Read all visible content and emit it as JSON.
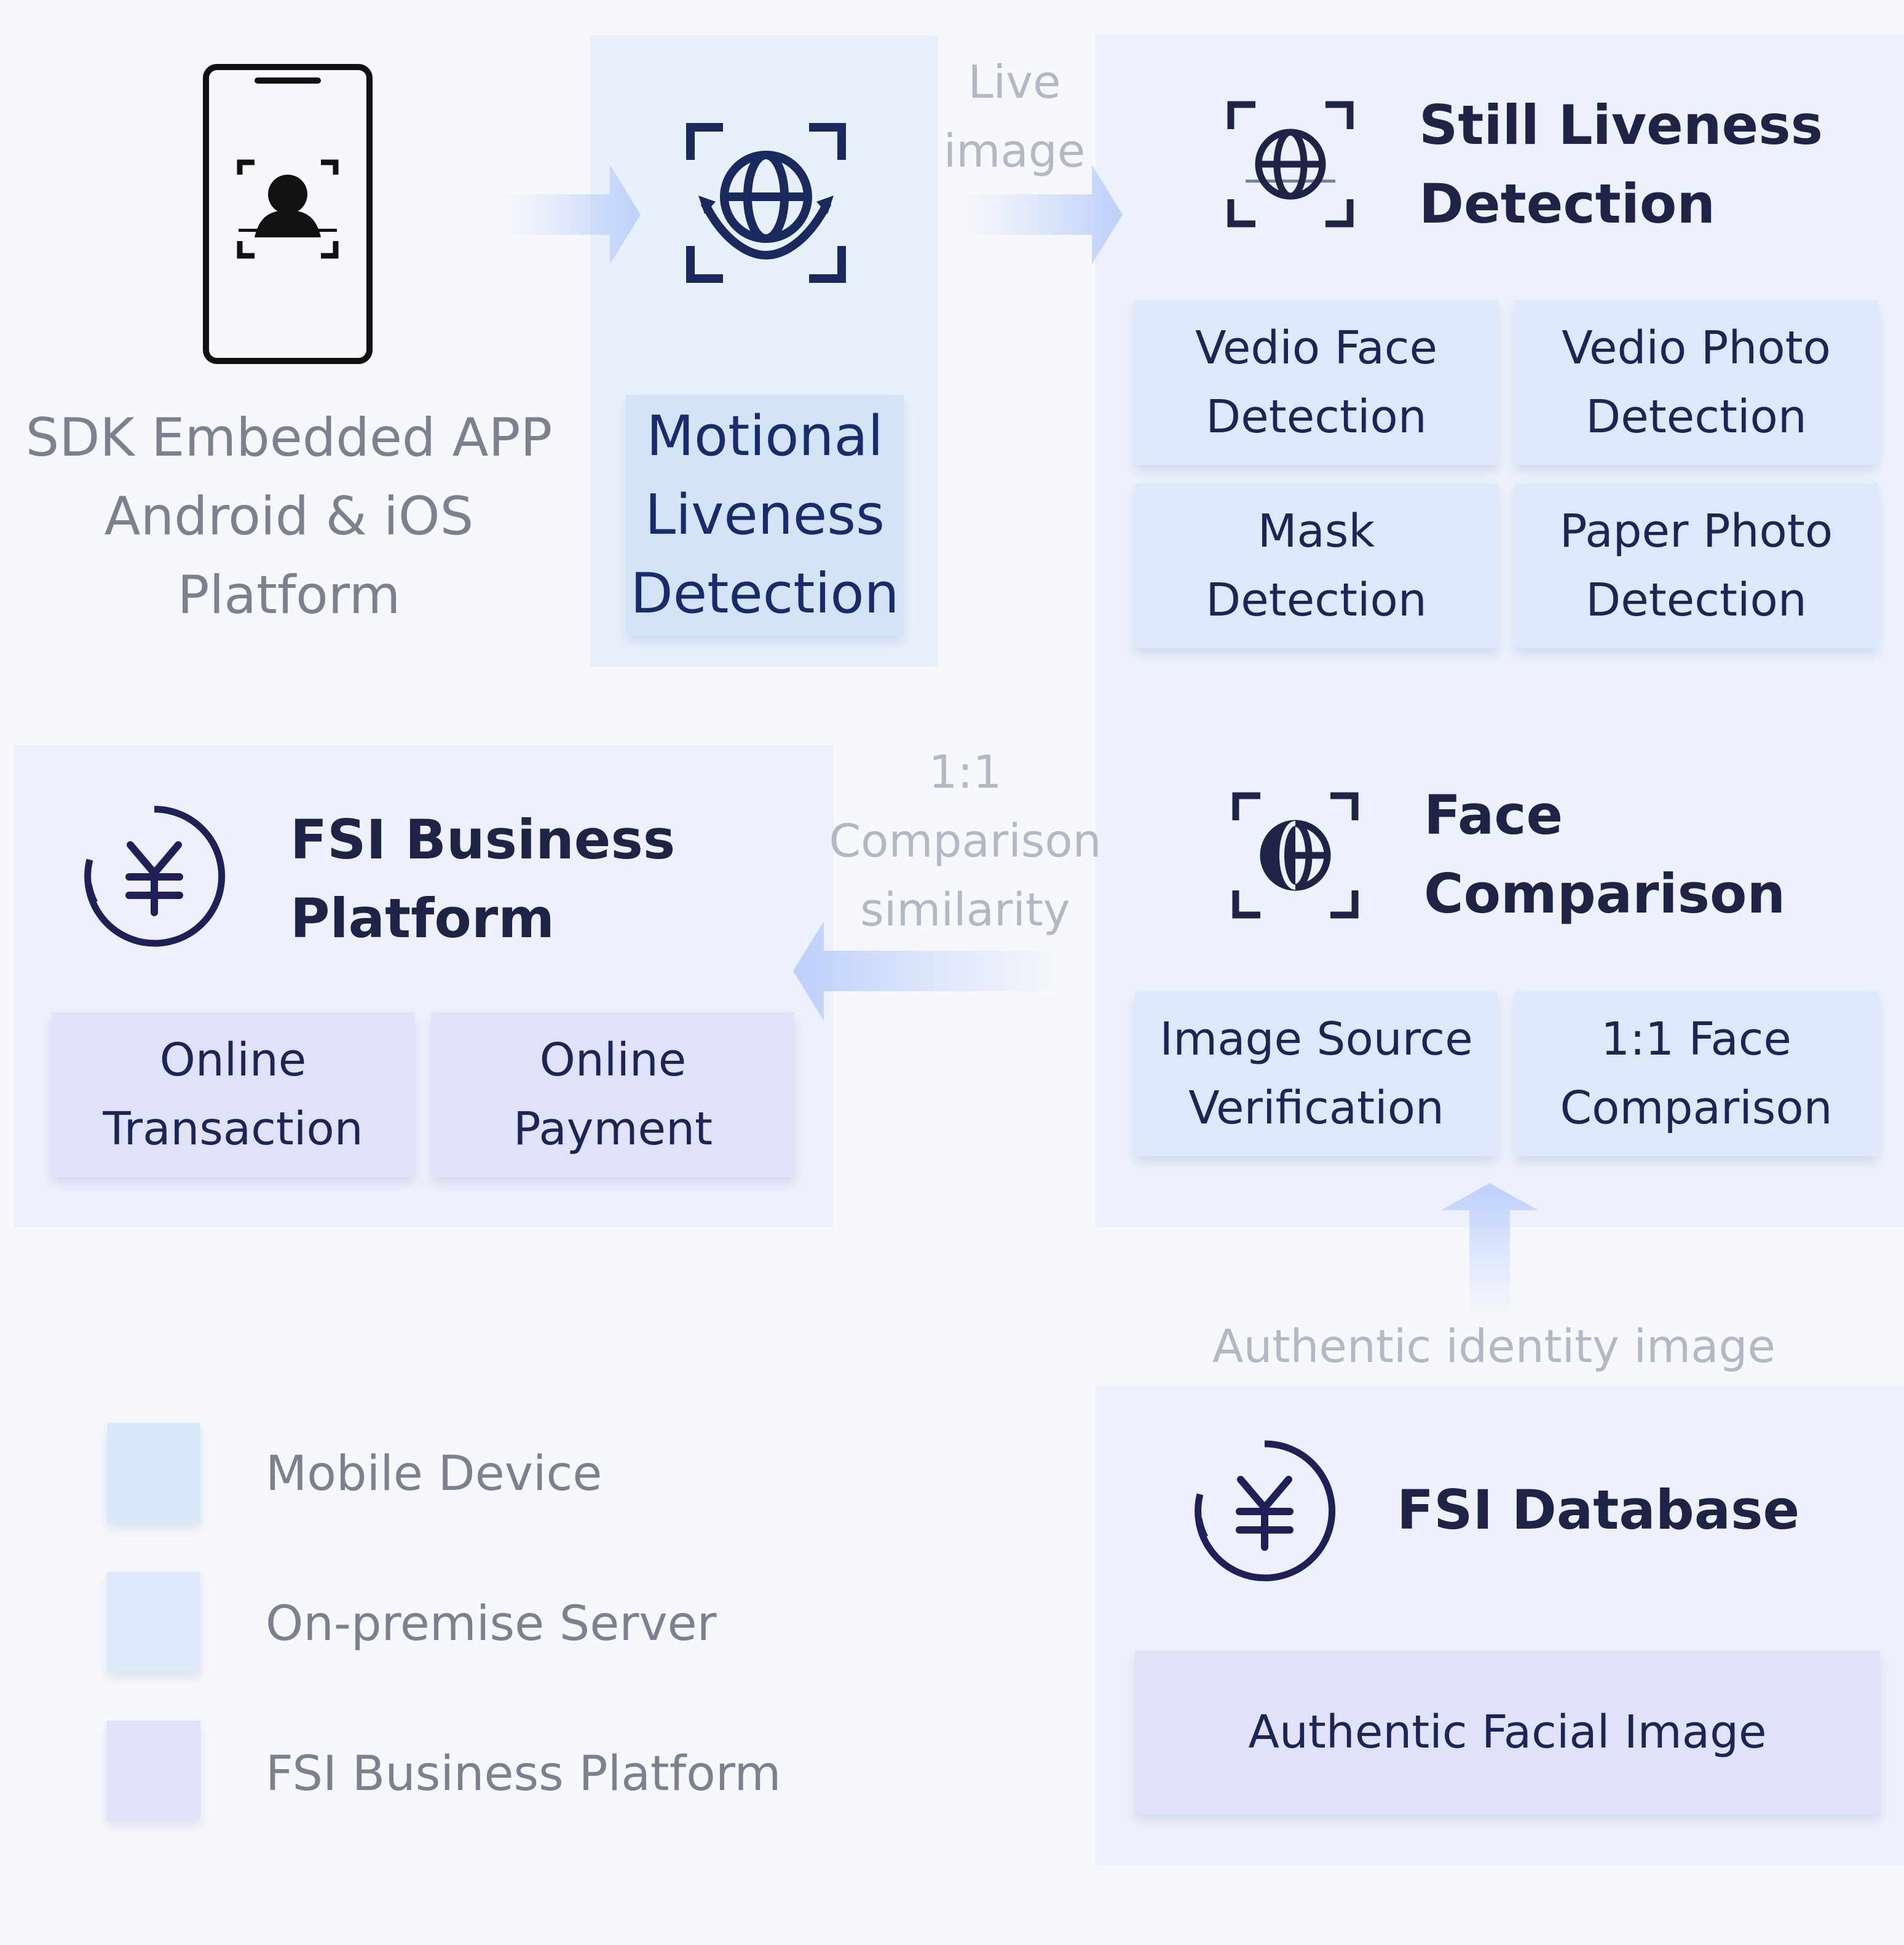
{
  "colors": {
    "mobile": "#d8e9f9",
    "server": "#dde8fb",
    "fsi": "#dfe2f8",
    "icon": "#1a2a5e",
    "title": "#1f2447",
    "muted": "#7c8090",
    "flow": "#b3b8c5"
  },
  "sdk_app": {
    "icon": "phone-face-scan-icon",
    "lines": [
      "SDK Embedded APP",
      "Android & iOS",
      "Platform"
    ]
  },
  "motional": {
    "icon": "face-scan-motion-icon",
    "lines": [
      "Motional",
      "Liveness",
      "Detection"
    ]
  },
  "flows": {
    "live_image": [
      "Live",
      "image"
    ],
    "comparison_similarity": [
      "1:1",
      "Comparison",
      "similarity"
    ],
    "authentic_identity": "Authentic identity image"
  },
  "still_liveness": {
    "icon": "face-scan-icon",
    "title_lines": [
      "Still Liveness",
      "Detection"
    ],
    "items": [
      [
        "Vedio Face",
        "Detection"
      ],
      [
        "Vedio Photo",
        "Detection"
      ],
      [
        "Mask",
        "Detection"
      ],
      [
        "Paper Photo",
        "Detection"
      ]
    ]
  },
  "face_comparison": {
    "icon": "face-compare-icon",
    "title_lines": [
      "Face",
      "Comparison"
    ],
    "items": [
      [
        "Image Source",
        "Verification"
      ],
      [
        "1:1 Face",
        "Comparison"
      ]
    ]
  },
  "fsi_business": {
    "icon": "yuan-icon",
    "title_lines": [
      "FSI Business",
      "Platform"
    ],
    "items": [
      [
        "Online",
        "Transaction"
      ],
      [
        "Online",
        "Payment"
      ]
    ]
  },
  "fsi_database": {
    "icon": "yuan-icon",
    "title": "FSI Database",
    "item": "Authentic Facial Image"
  },
  "legend": [
    {
      "label": "Mobile Device",
      "color": "#d8e9f9"
    },
    {
      "label": "On-premise Server",
      "color": "#dde8fb"
    },
    {
      "label": "FSI Business Platform",
      "color": "#dfe2f8"
    }
  ]
}
